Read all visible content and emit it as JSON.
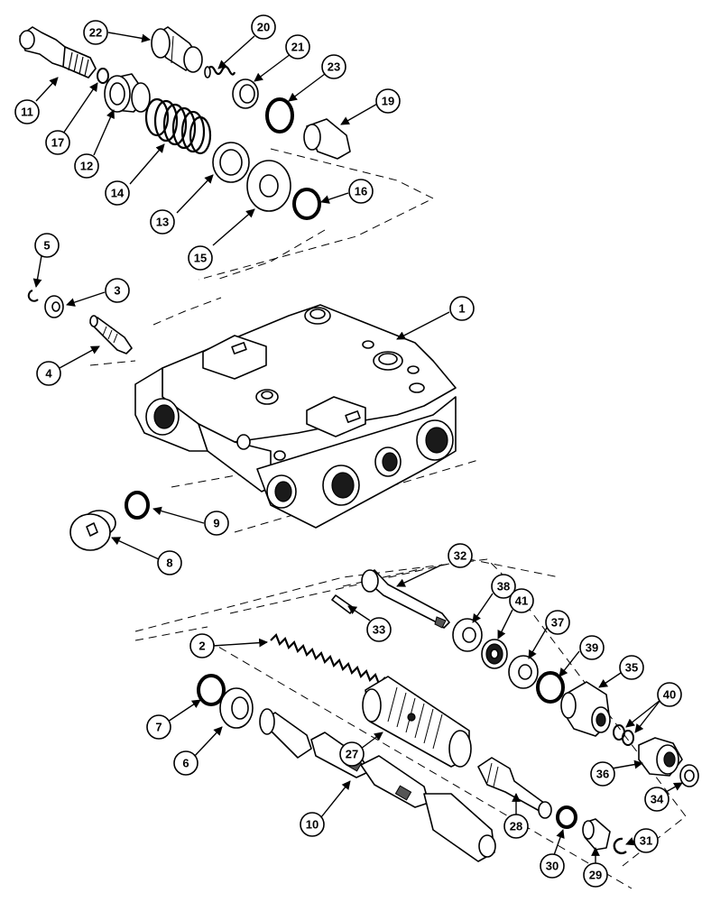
{
  "diagram": {
    "callouts": [
      {
        "id": "c1",
        "label": "1"
      },
      {
        "id": "c2",
        "label": "2"
      },
      {
        "id": "c3",
        "label": "3"
      },
      {
        "id": "c4",
        "label": "4"
      },
      {
        "id": "c5",
        "label": "5"
      },
      {
        "id": "c6",
        "label": "6"
      },
      {
        "id": "c7",
        "label": "7"
      },
      {
        "id": "c8",
        "label": "8"
      },
      {
        "id": "c9",
        "label": "9"
      },
      {
        "id": "c10",
        "label": "10"
      },
      {
        "id": "c11",
        "label": "11"
      },
      {
        "id": "c12",
        "label": "12"
      },
      {
        "id": "c13",
        "label": "13"
      },
      {
        "id": "c14",
        "label": "14"
      },
      {
        "id": "c15",
        "label": "15"
      },
      {
        "id": "c16",
        "label": "16"
      },
      {
        "id": "c17",
        "label": "17"
      },
      {
        "id": "c19",
        "label": "19"
      },
      {
        "id": "c20",
        "label": "20"
      },
      {
        "id": "c21",
        "label": "21"
      },
      {
        "id": "c22",
        "label": "22"
      },
      {
        "id": "c23",
        "label": "23"
      },
      {
        "id": "c27",
        "label": "27"
      },
      {
        "id": "c28",
        "label": "28"
      },
      {
        "id": "c29",
        "label": "29"
      },
      {
        "id": "c30",
        "label": "30"
      },
      {
        "id": "c31",
        "label": "31"
      },
      {
        "id": "c32",
        "label": "32"
      },
      {
        "id": "c33",
        "label": "33"
      },
      {
        "id": "c34",
        "label": "34"
      },
      {
        "id": "c35",
        "label": "35"
      },
      {
        "id": "c36",
        "label": "36"
      },
      {
        "id": "c37",
        "label": "37"
      },
      {
        "id": "c38",
        "label": "38"
      },
      {
        "id": "c39",
        "label": "39"
      },
      {
        "id": "c40",
        "label": "40"
      },
      {
        "id": "c41",
        "label": "41"
      }
    ]
  }
}
